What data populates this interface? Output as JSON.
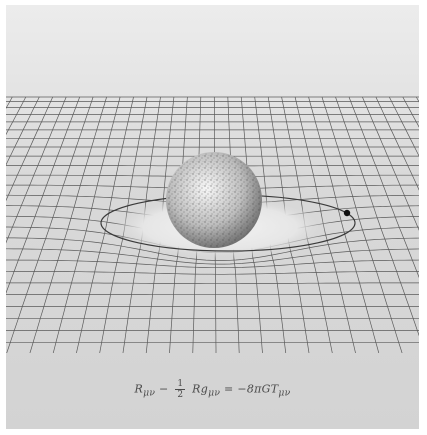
{
  "figure": {
    "description_icon": "spacetime-curvature-icon",
    "colors": {
      "background_light": "#ececec",
      "background_dark": "#d3d3d3",
      "grid_line": "#5a5a5a",
      "sphere_light": "#f4f4f4",
      "sphere_dark": "#6a6a6a",
      "orbit_line": "#3a3a3a",
      "satellite": "#111111"
    }
  },
  "equation": {
    "lhs": "R",
    "lhs_sub": "μν",
    "minus": "−",
    "frac_num": "1",
    "frac_den": "2",
    "term2": "Rg",
    "term2_sub": "μν",
    "equals": "=",
    "rhs": "−8πGT",
    "rhs_sub": "μν"
  }
}
